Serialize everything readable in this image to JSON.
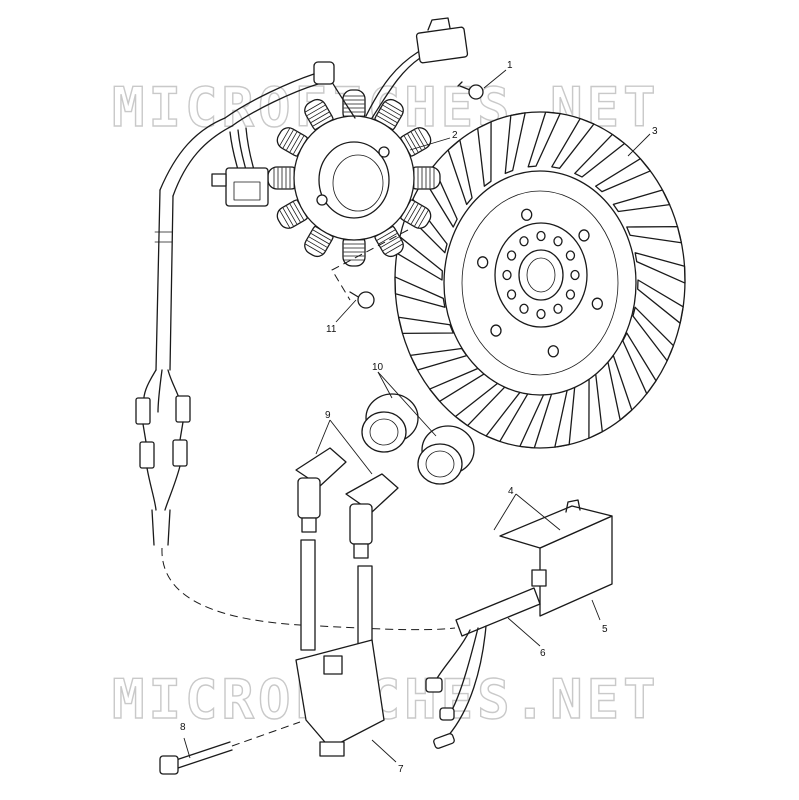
{
  "watermark": "MICROFICHES.NET",
  "callouts": {
    "c1": "1",
    "c2": "2",
    "c3": "3",
    "c4": "4",
    "c5": "5",
    "c6": "6",
    "c7": "7",
    "c8": "8",
    "c9": "9",
    "c10": "10",
    "c11": "11"
  }
}
